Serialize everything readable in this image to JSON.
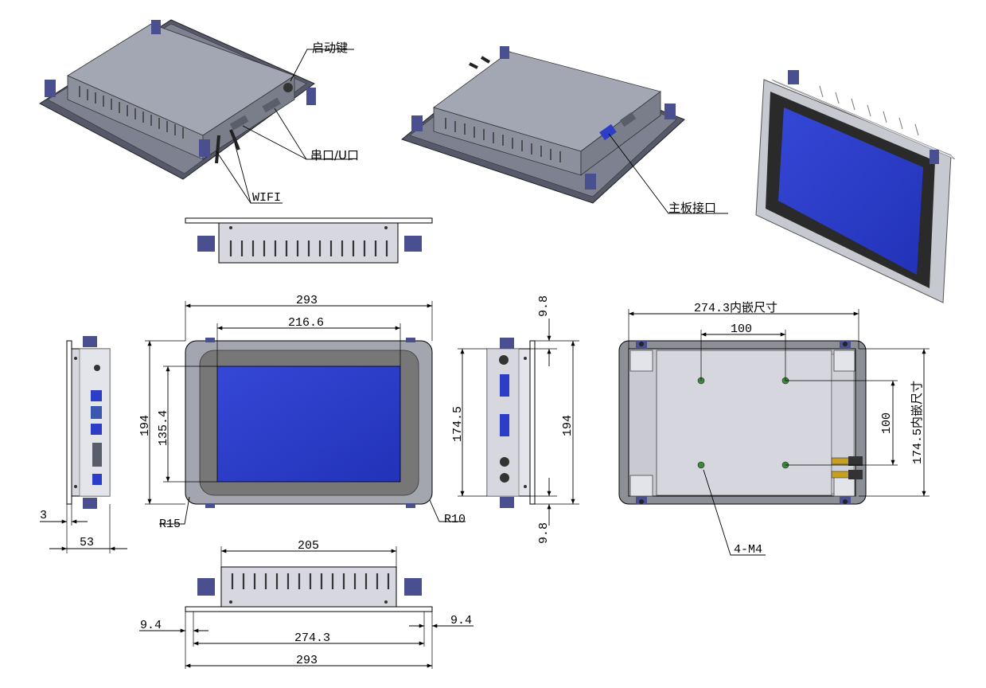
{
  "callouts": {
    "start_key": "启动键",
    "serial_usb": "串口/U口",
    "wifi": "WIFI",
    "mainboard": "主板接口",
    "mount_holes": "4-M4"
  },
  "front": {
    "width": "293",
    "screen_width": "216.6",
    "height": "194",
    "screen_height": "135.4",
    "r_left": "R15",
    "r_right": "R10"
  },
  "side_left": {
    "flange": "3",
    "depth": "53"
  },
  "side_right": {
    "top_gap": "9.8",
    "bottom_gap": "9.8",
    "inner_height": "174.5",
    "height": "194"
  },
  "bottom_view": {
    "body_width": "205",
    "left_offset": "9.4",
    "right_offset": "9.4",
    "cutout_width": "274.3",
    "total_width": "293"
  },
  "back": {
    "cutout_width_label": "274.3内嵌尺寸",
    "hole_h_spacing": "100",
    "hole_v_spacing": "100",
    "cutout_height_label": "174.5内嵌尺寸"
  },
  "colors": {
    "housing": "#9a9ea9",
    "housing_dark": "#5b5f6a",
    "screen": "#2c3ec8",
    "bezel": "#7a7a7a",
    "clip": "#4a4f8f",
    "hole_green": "#3a8a3a"
  }
}
